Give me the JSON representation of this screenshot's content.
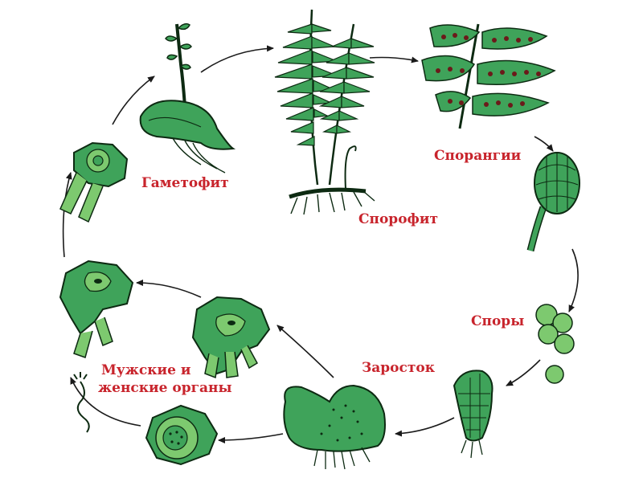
{
  "labels": {
    "gametophyte": "Гаметофит",
    "sporophyte": "Спорофит",
    "sporangia": "Спорангии",
    "spores": "Споры",
    "prothallus": "Заросток",
    "organs_line1": "Мужские и",
    "organs_line2": "женские органы"
  },
  "colors": {
    "label": "#c8242c",
    "plant_fill": "#3fa35a",
    "plant_light": "#7dc96f",
    "outline": "#0d2a12",
    "sporangia_dots": "#6b1a1a",
    "arrow": "#1a1a1a"
  }
}
